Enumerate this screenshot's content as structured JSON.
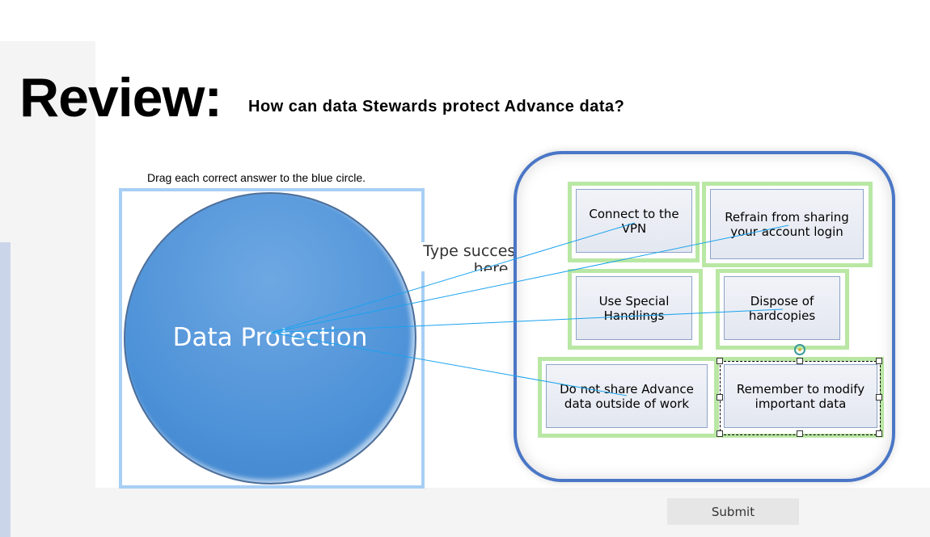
{
  "title": "Review:",
  "question": "How can data Stewards protect Advance data?",
  "instruction": "Drag each correct answer to the blue circle.",
  "drop_target": {
    "label": "Data Protection"
  },
  "success_text": "Type success text here",
  "items": [
    {
      "label": "Connect to the VPN"
    },
    {
      "label": "Refrain from sharing your account login"
    },
    {
      "label": "Use Special Handlings"
    },
    {
      "label": "Dispose of hardcopies"
    },
    {
      "label": "Do not share Advance data outside of work"
    },
    {
      "label": "Remember to modify important data"
    }
  ],
  "submit_label": "Submit",
  "colors": {
    "circle": "#4a8fd6",
    "container_border": "#4a76c6",
    "slot_border": "#b9e7a4",
    "connector": "#1aa3f0"
  }
}
